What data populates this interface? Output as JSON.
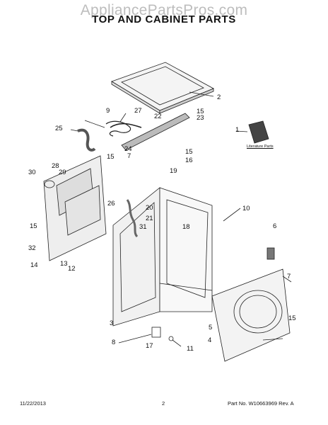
{
  "watermark": "AppliancePartsPros.com",
  "title": "TOP AND CABINET PARTS",
  "callouts": {
    "c2": "2",
    "c9": "9",
    "c27": "27",
    "c22": "22",
    "c15a": "15",
    "c23": "23",
    "c1": "1",
    "c25": "25",
    "c24": "24",
    "c7": "7",
    "c15b": "15",
    "c16": "16",
    "c15c": "15",
    "c28": "28",
    "c29": "29",
    "c30": "30",
    "c19": "19",
    "c26": "26",
    "c20": "20",
    "c21": "21",
    "c10": "10",
    "c31": "31",
    "c18": "18",
    "c15d": "15",
    "c32": "32",
    "c6": "6",
    "c14": "14",
    "c13": "13",
    "c12": "12",
    "c7b": "7",
    "c3": "3",
    "c15e": "15",
    "c5": "5",
    "c8": "8",
    "c17": "17",
    "c11": "11",
    "c4": "4"
  },
  "literature_label": "Literature Parts",
  "footer": {
    "date": "11/22/2013",
    "page": "2",
    "part": "Part No. W10663969  Rev. A"
  }
}
